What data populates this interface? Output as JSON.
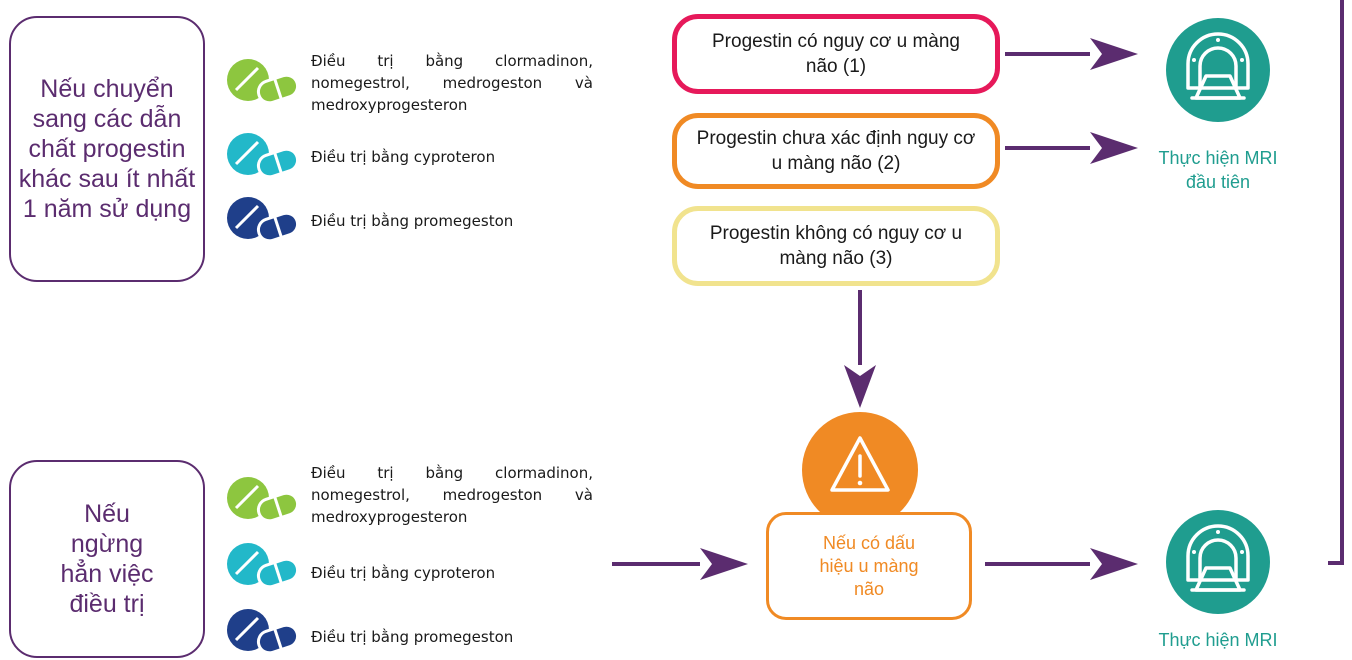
{
  "left_boxes": {
    "switch": "Nếu chuyển sang các dẫn chất progestin khác sau ít nhất 1 năm sử dụng",
    "stop": "Nếu ngừng hẳn việc điều trị"
  },
  "treatments": {
    "group1": "Điều trị bằng clormadinon, nomegestrol, medrogeston và medroxyprogesteron",
    "group2": "Điều trị bằng cyproteron",
    "group3": "Điều trị bằng promegeston"
  },
  "progestin": {
    "risk": "Progestin có nguy cơ u màng não (1)",
    "unknown": "Progestin chưa xác định nguy cơ u màng não (2)",
    "norisk": "Progestin không có nguy cơ u màng não (3)"
  },
  "warning": {
    "label": "Nếu có dấu hiệu u màng não"
  },
  "mri": {
    "first": "Thực hiện MRI đầu tiên",
    "repeat": "Thực hiện MRI"
  },
  "colors": {
    "purple": "#5b2c6f",
    "red": "#e6195a",
    "orange": "#f08a24",
    "yellow": "#f1e38e",
    "teal": "#1f9d8f",
    "pill_green": "#8dc63f",
    "pill_cyan": "#22b8c9",
    "pill_navy": "#1f3f8a"
  },
  "icons": [
    "pill-icon",
    "mri-scanner-icon",
    "warning-icon",
    "arrow-right-icon",
    "arrow-down-icon"
  ]
}
